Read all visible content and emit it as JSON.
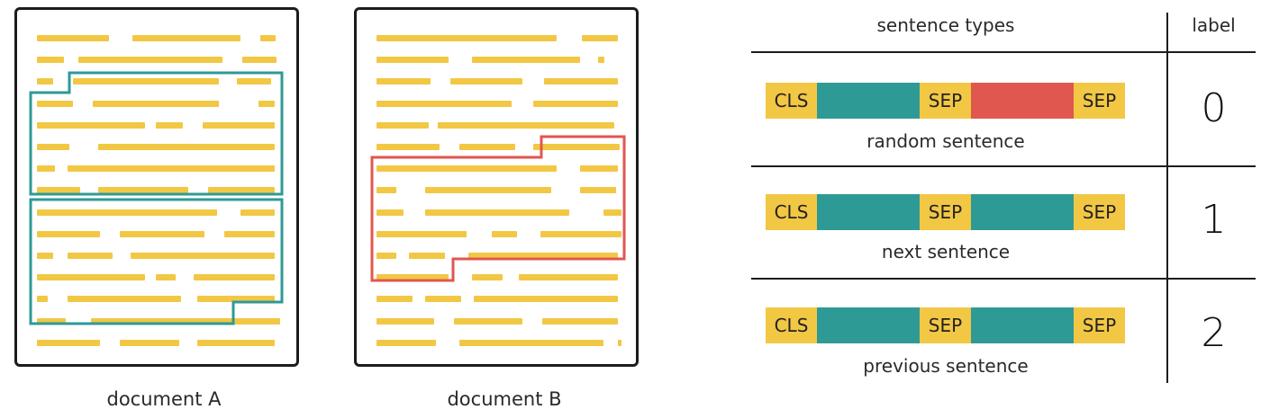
{
  "documents": [
    {
      "caption": "document A",
      "highlight_colors": [
        "#2e9a96",
        "#2e9a96"
      ]
    },
    {
      "caption": "document B",
      "highlight_colors": [
        "#e0574f"
      ]
    }
  ],
  "table": {
    "header_types": "sentence types",
    "header_label": "label",
    "tokens": {
      "cls": "CLS",
      "sep": "SEP"
    },
    "colors": {
      "token": "#f2c744",
      "sentence_a": "#2e9a96",
      "random_sentence": "#e0574f",
      "same_doc_sentence": "#2e9a96"
    },
    "rows": [
      {
        "caption": "random sentence",
        "label": "0"
      },
      {
        "caption": "next sentence",
        "label": "1"
      },
      {
        "caption": "previous sentence",
        "label": "2"
      }
    ]
  }
}
